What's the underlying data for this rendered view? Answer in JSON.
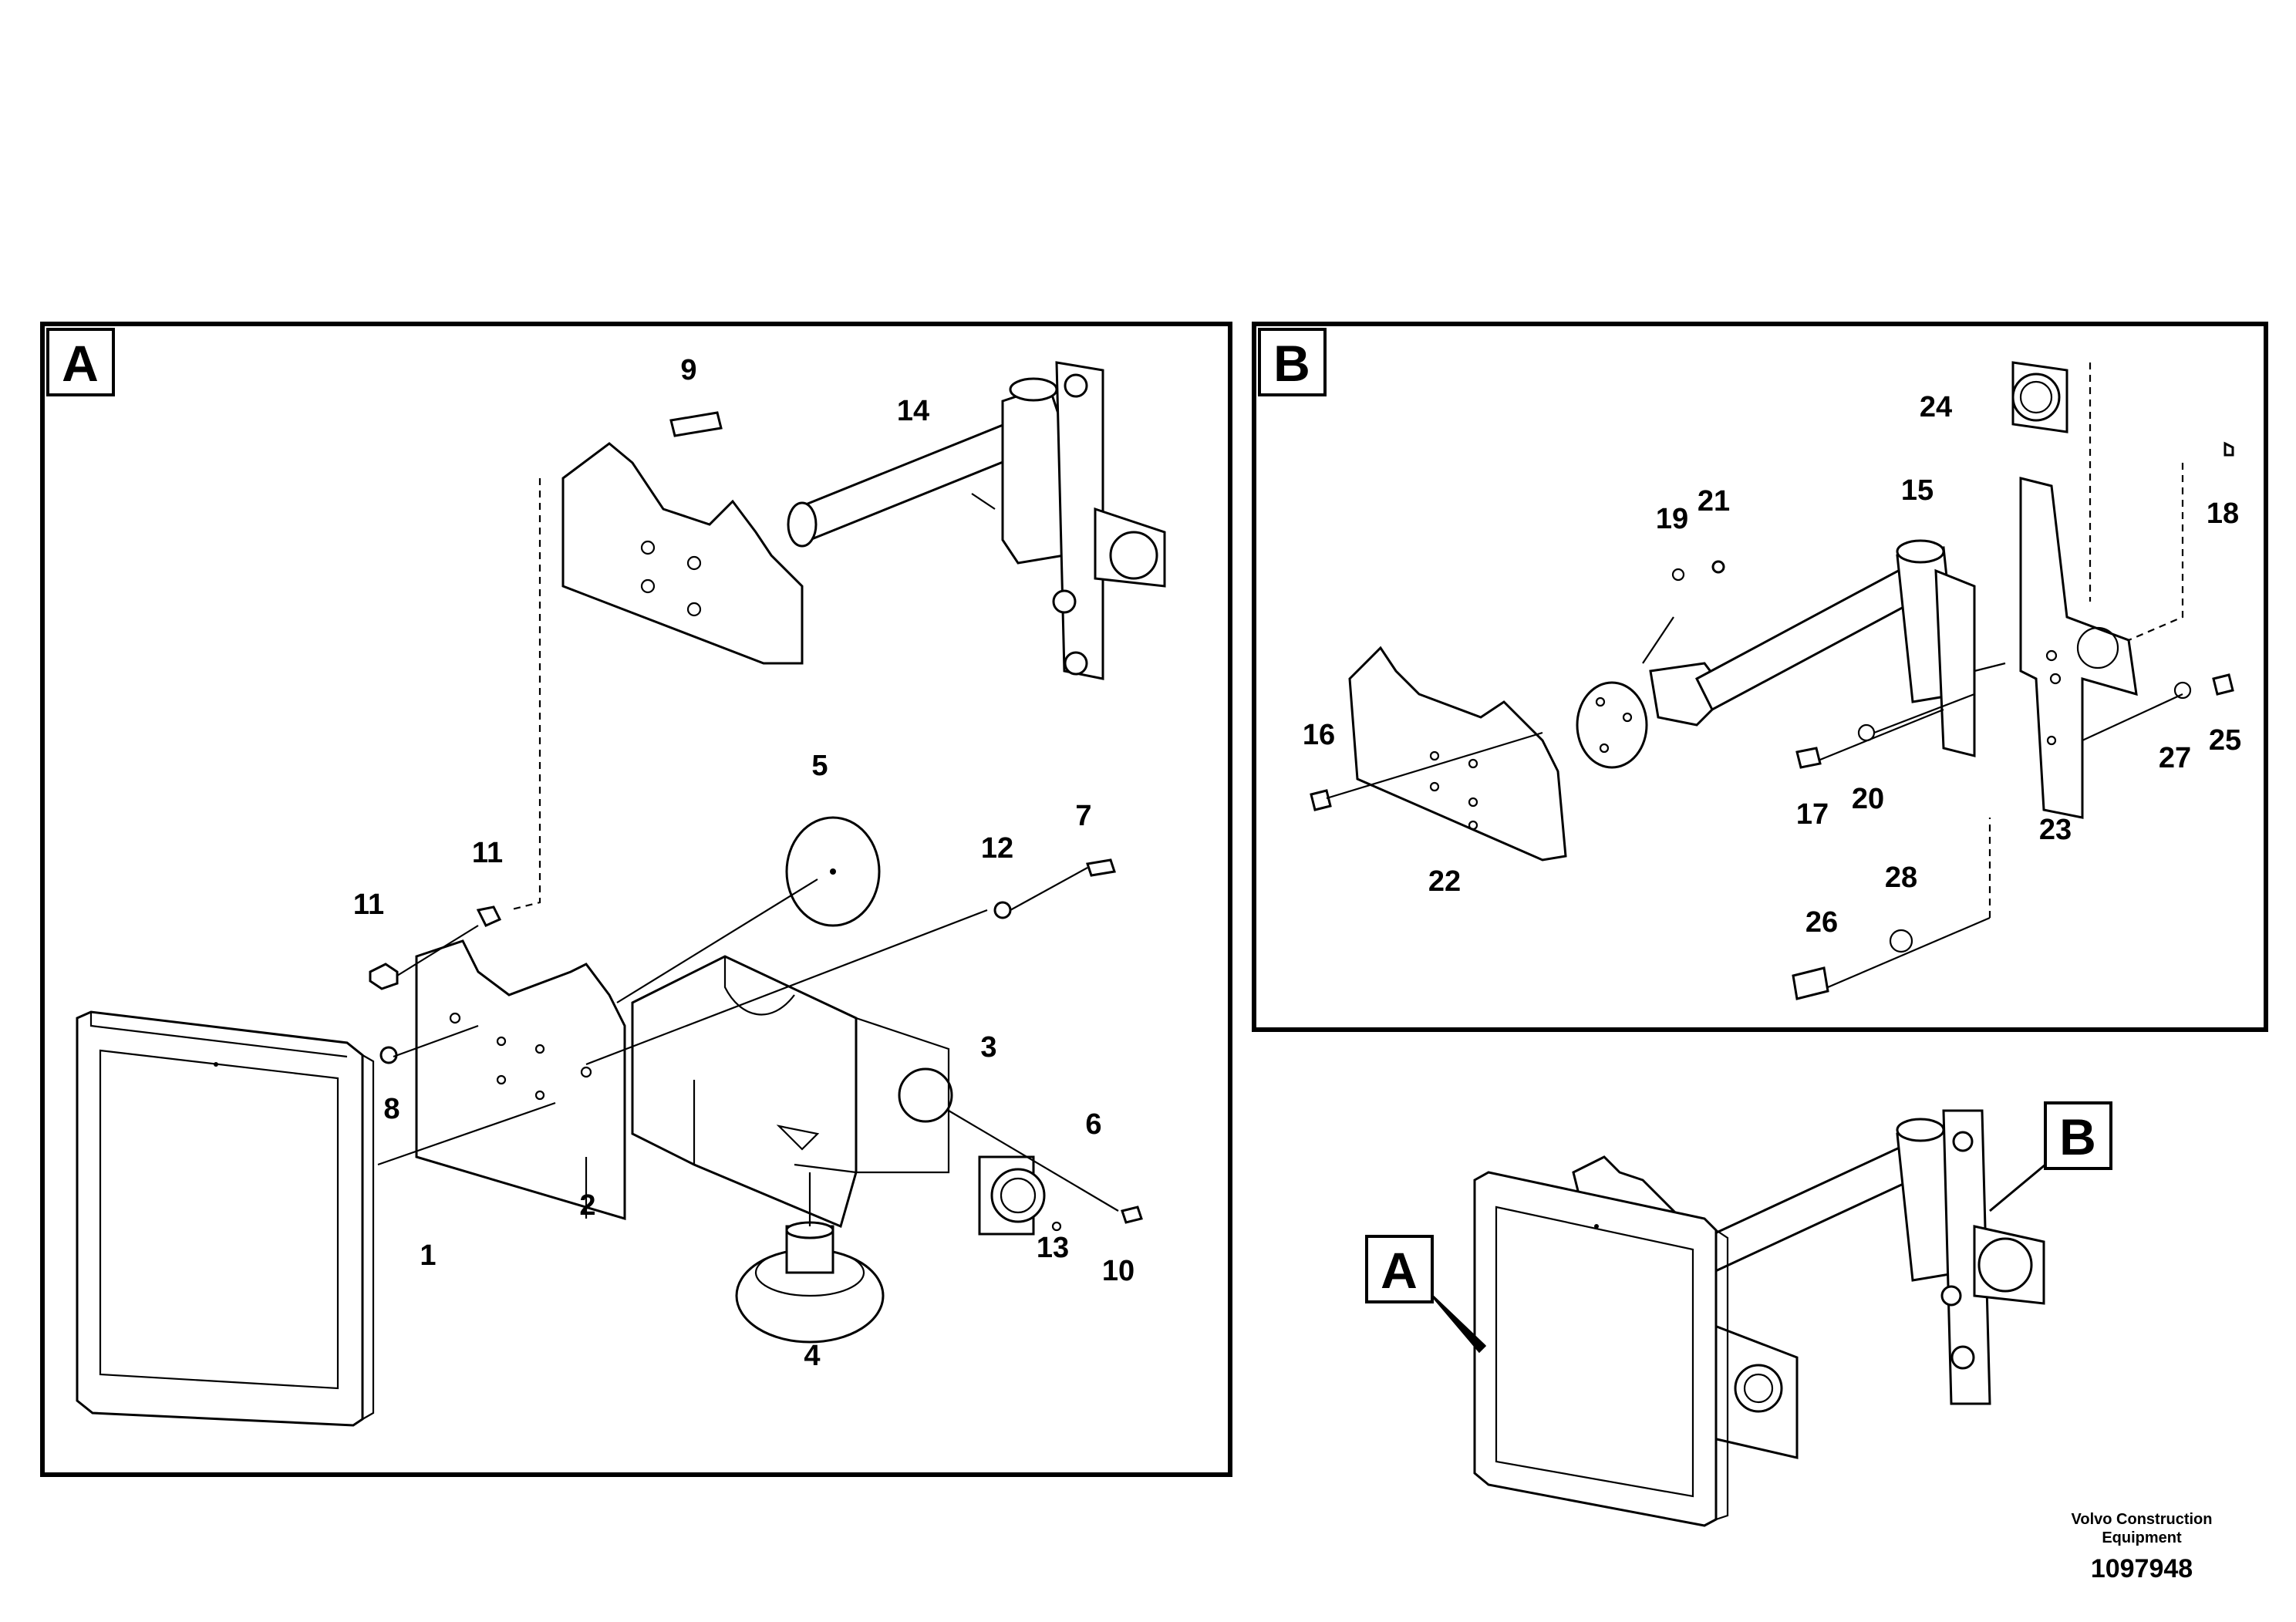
{
  "panels": {
    "a": {
      "letter": "A"
    },
    "b": {
      "letter": "B"
    },
    "overview": {
      "letter_a": "A",
      "letter_b": "B"
    }
  },
  "parts": {
    "p1": "1",
    "p2": "2",
    "p3": "3",
    "p4": "4",
    "p5": "5",
    "p6": "6",
    "p7": "7",
    "p8": "8",
    "p9": "9",
    "p10": "10",
    "p11a": "11",
    "p11b": "11",
    "p12": "12",
    "p13": "13",
    "p14": "14",
    "p15": "15",
    "p16": "16",
    "p17": "17",
    "p18": "18",
    "p19": "19",
    "p20": "20",
    "p21": "21",
    "p22": "22",
    "p23": "23",
    "p24": "24",
    "p25": "25",
    "p26": "26",
    "p27": "27",
    "p28": "28"
  },
  "footer": {
    "company": "Volvo Construction Equipment",
    "code": "1097948"
  }
}
